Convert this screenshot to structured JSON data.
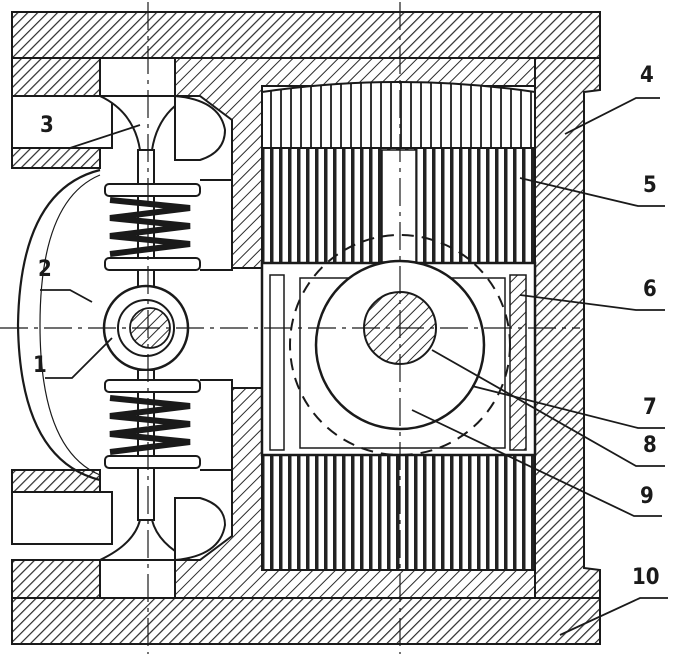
{
  "figure": {
    "labels": [
      {
        "id": "1",
        "text": "1"
      },
      {
        "id": "2",
        "text": "2"
      },
      {
        "id": "3",
        "text": "3"
      },
      {
        "id": "4",
        "text": "4"
      },
      {
        "id": "5",
        "text": "5"
      },
      {
        "id": "6",
        "text": "6"
      },
      {
        "id": "7",
        "text": "7"
      },
      {
        "id": "8",
        "text": "8"
      },
      {
        "id": "9",
        "text": "9"
      },
      {
        "id": "10",
        "text": "10"
      }
    ],
    "colors": {
      "ink": "#1a1a1a",
      "paper": "#ffffff",
      "hatch": "#2b2b2b"
    }
  }
}
